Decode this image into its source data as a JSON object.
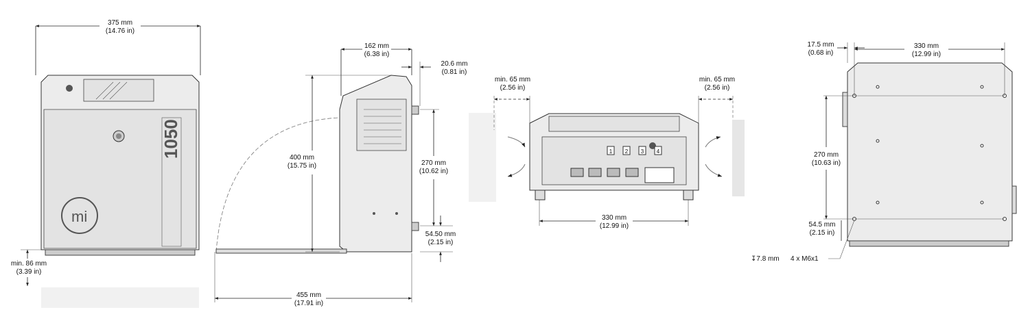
{
  "front_view": {
    "width_dim": {
      "mm": "375 mm",
      "in": "(14.76 in)"
    },
    "clearance_dim": {
      "mm": "min. 86 mm",
      "in": "(3.39 in)"
    },
    "model_label": "1050",
    "logo_label": "mi"
  },
  "side_view": {
    "depth_dim": {
      "mm": "162 mm",
      "in": "(6.38 in)"
    },
    "offset_dim": {
      "mm": "20.6 mm",
      "in": "(0.81 in)"
    },
    "height_dim": {
      "mm": "400 mm",
      "in": "(15.75 in)"
    },
    "mount_spacing_dim": {
      "mm": "270 mm",
      "in": "(10.62 in)"
    },
    "mount_bottom_dim": {
      "mm": "54.50 mm",
      "in": "(2.15 in)"
    },
    "swing_dim": {
      "mm": "455 mm",
      "in": "(17.91 in)"
    }
  },
  "bottom_view": {
    "left_clearance_dim": {
      "mm": "min. 65 mm",
      "in": "(2.56 in)"
    },
    "right_clearance_dim": {
      "mm": "min. 65 mm",
      "in": "(2.56 in)"
    },
    "width_dim": {
      "mm": "330 mm",
      "in": "(12.99 in)"
    },
    "port_labels": [
      "1",
      "2",
      "3",
      "4"
    ]
  },
  "back_view": {
    "edge_dim": {
      "mm": "17.5 mm",
      "in": "(0.68 in)"
    },
    "width_dim": {
      "mm": "330 mm",
      "in": "(12.99 in)"
    },
    "height_dim": {
      "mm": "270 mm",
      "in": "(10.63 in)"
    },
    "bottom_dim": {
      "mm": "54.5 mm",
      "in": "(2.15 in)"
    },
    "depth_note": "↧7.8 mm",
    "thread_note": "4 x M6x1"
  }
}
